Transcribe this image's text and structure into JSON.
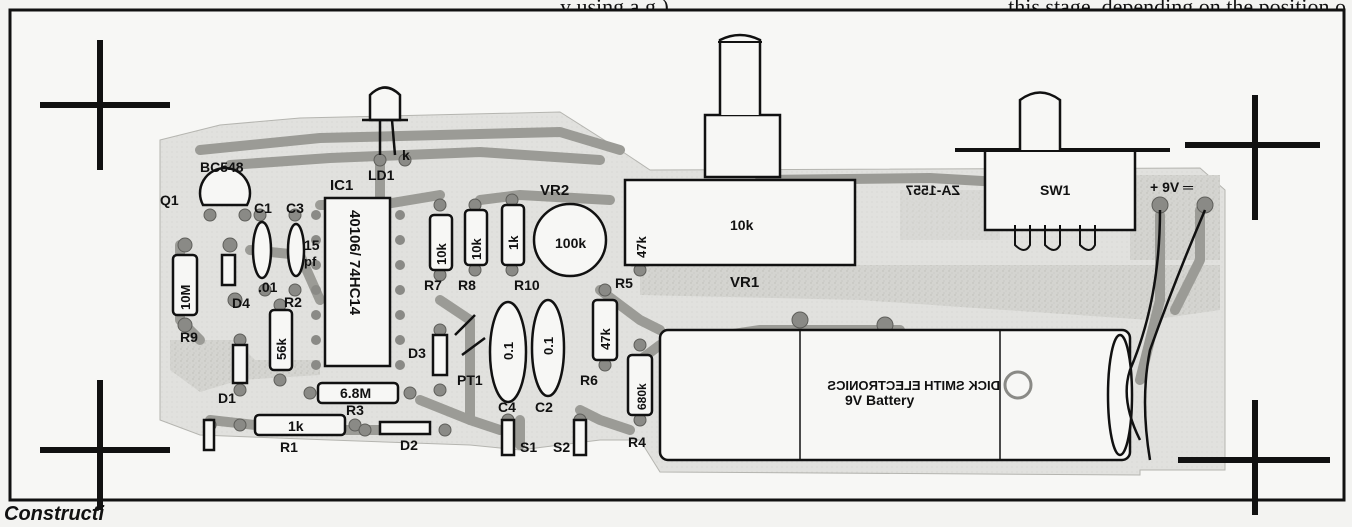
{
  "header_fragment": "this stage, depending on the position o",
  "header_fragment_left": "y using a g   ),",
  "caption": "Constructi",
  "labels": {
    "bc548": "BC548",
    "q1": "Q1",
    "c1": "C1",
    "c3": "C3",
    "ic1": "IC1",
    "ic1_part": "40106/ 74HC14",
    "ld1": "LD1",
    "k": "k",
    "vr2": "VR2",
    "r10m": "10M",
    "r9": "R9",
    "d4": "D4",
    "c01": ".01",
    "pf15": "15",
    "pf": "pf",
    "r2": "R2",
    "r56k": "56k",
    "r7": "R7",
    "r8": "R8",
    "r10": "R10",
    "r10k_a": "10k",
    "r10k_b": "10k",
    "r1k_v": "1k",
    "vr2_val": "100k",
    "r47k_a": "47k",
    "r5": "R5",
    "vr1_val": "10k",
    "vr1": "VR1",
    "sw1": "SW1",
    "plus9v": "+ 9V ═",
    "zalabel": "ZA-1557",
    "d3": "D3",
    "pt1": "PT1",
    "c01a": "0.1",
    "c01b": "0.1",
    "r47k_b": "47k",
    "r6": "R6",
    "r680k": "680k",
    "r4": "R4",
    "c4": "C4",
    "c2": "C2",
    "d1": "D1",
    "r68m": "6.8M",
    "r3": "R3",
    "r1k": "1k",
    "r1": "R1",
    "d2": "D2",
    "s1": "S1",
    "s2": "S2",
    "battery_brand": "DICK SMITH ELECTRONICS",
    "battery_label": "9V Battery"
  },
  "colors": {
    "board": "#d6d6d2",
    "trace": "#9d9d99",
    "pad": "#7d7d79",
    "ink": "#111111",
    "paper": "#f3f3f1"
  }
}
